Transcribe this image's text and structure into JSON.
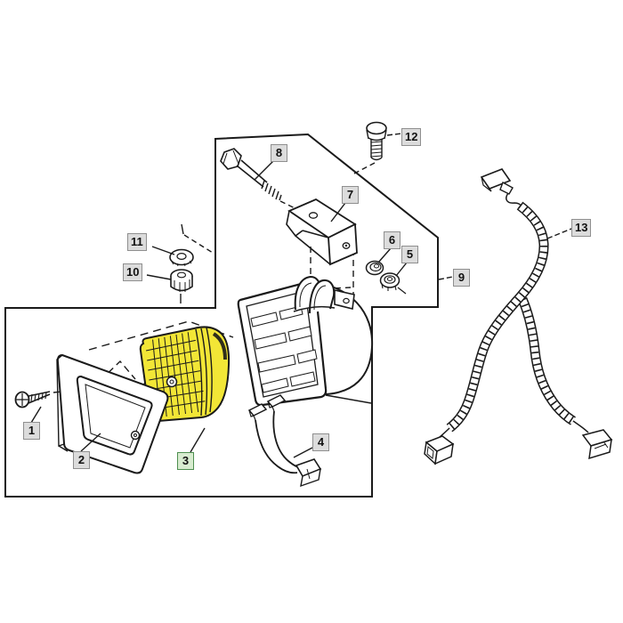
{
  "diagram": {
    "type": "exploded-parts-diagram",
    "description": "Headlight assembly exploded view: screw, bezel, yellow lens, wiring pigtail, nuts, washers, bracket, bolts and wiring harness",
    "colors": {
      "line_color": "#1a1a1a",
      "lens_yellow": "#f2e636",
      "label_bg": "#dcdcdc",
      "label_border": "#8f8f8f",
      "highlight_bg": "#d8ecd0",
      "highlight_border": "#4e8f50"
    },
    "callouts": [
      {
        "id": "1",
        "label": "1",
        "highlighted": false
      },
      {
        "id": "2",
        "label": "2",
        "highlighted": false
      },
      {
        "id": "3",
        "label": "3",
        "highlighted": true
      },
      {
        "id": "4",
        "label": "4",
        "highlighted": false
      },
      {
        "id": "5",
        "label": "5",
        "highlighted": false
      },
      {
        "id": "6",
        "label": "6",
        "highlighted": false
      },
      {
        "id": "7",
        "label": "7",
        "highlighted": false
      },
      {
        "id": "8",
        "label": "8",
        "highlighted": false
      },
      {
        "id": "9",
        "label": "9",
        "highlighted": false
      },
      {
        "id": "10",
        "label": "10",
        "highlighted": false
      },
      {
        "id": "11",
        "label": "11",
        "highlighted": false
      },
      {
        "id": "12",
        "label": "12",
        "highlighted": false
      },
      {
        "id": "13",
        "label": "13",
        "highlighted": false
      }
    ]
  }
}
